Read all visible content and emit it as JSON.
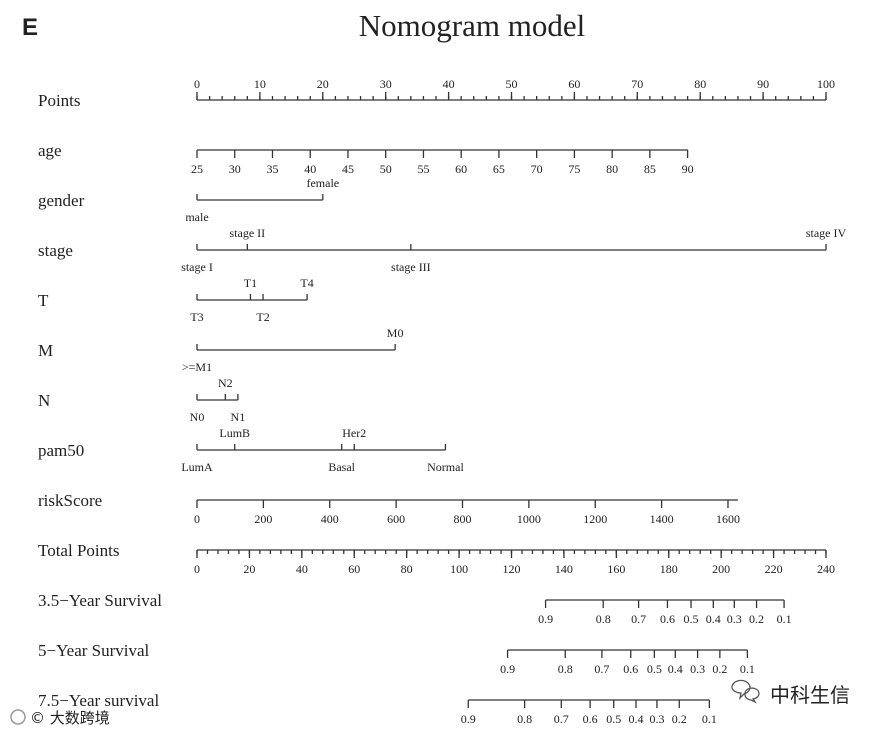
{
  "panel_letter": "E",
  "chart_data": {
    "type": "nomogram",
    "title": "Nomogram model",
    "rows": [
      {
        "name": "Points",
        "kind": "points",
        "labels_above": true,
        "major": [
          {
            "value": 0,
            "label": "0"
          },
          {
            "value": 10,
            "label": "10"
          },
          {
            "value": 20,
            "label": "20"
          },
          {
            "value": 30,
            "label": "30"
          },
          {
            "value": 40,
            "label": "40"
          },
          {
            "value": 50,
            "label": "50"
          },
          {
            "value": 60,
            "label": "60"
          },
          {
            "value": 70,
            "label": "70"
          },
          {
            "value": 80,
            "label": "80"
          },
          {
            "value": 90,
            "label": "90"
          },
          {
            "value": 100,
            "label": "100"
          }
        ],
        "minor_step": 2
      },
      {
        "name": "age",
        "kind": "continuous",
        "range": [
          25,
          90
        ],
        "points_at_range": [
          0,
          78
        ],
        "major": [
          {
            "value": 25,
            "label": "25"
          },
          {
            "value": 30,
            "label": "30"
          },
          {
            "value": 35,
            "label": "35"
          },
          {
            "value": 40,
            "label": "40"
          },
          {
            "value": 45,
            "label": "45"
          },
          {
            "value": 50,
            "label": "50"
          },
          {
            "value": 55,
            "label": "55"
          },
          {
            "value": 60,
            "label": "60"
          },
          {
            "value": 65,
            "label": "65"
          },
          {
            "value": 70,
            "label": "70"
          },
          {
            "value": 75,
            "label": "75"
          },
          {
            "value": 80,
            "label": "80"
          },
          {
            "value": 85,
            "label": "85"
          },
          {
            "value": 90,
            "label": "90"
          }
        ]
      },
      {
        "name": "gender",
        "kind": "categorical",
        "levels": [
          {
            "label": "male",
            "points": 0,
            "position": "below"
          },
          {
            "label": "female",
            "points": 20,
            "position": "above"
          }
        ]
      },
      {
        "name": "stage",
        "kind": "categorical",
        "levels": [
          {
            "label": "stage I",
            "points": 0,
            "position": "below"
          },
          {
            "label": "stage II",
            "points": 8,
            "position": "above"
          },
          {
            "label": "stage III",
            "points": 34,
            "position": "below"
          },
          {
            "label": "stage IV",
            "points": 100,
            "position": "above"
          }
        ]
      },
      {
        "name": "T",
        "kind": "categorical",
        "levels": [
          {
            "label": "T3",
            "points": 0,
            "position": "below"
          },
          {
            "label": "T1",
            "points": 8.5,
            "position": "above"
          },
          {
            "label": "T2",
            "points": 10.5,
            "position": "below"
          },
          {
            "label": "T4",
            "points": 17.5,
            "position": "above"
          }
        ]
      },
      {
        "name": "M",
        "kind": "categorical",
        "levels": [
          {
            "label": ">=M1",
            "points": 0,
            "position": "below"
          },
          {
            "label": "M0",
            "points": 31.5,
            "position": "above"
          }
        ]
      },
      {
        "name": "N",
        "kind": "categorical",
        "levels": [
          {
            "label": "N0",
            "points": 0,
            "position": "below"
          },
          {
            "label": "N2",
            "points": 4.5,
            "position": "above"
          },
          {
            "label": "N1",
            "points": 6.5,
            "position": "below"
          }
        ]
      },
      {
        "name": "pam50",
        "kind": "categorical",
        "levels": [
          {
            "label": "LumA",
            "points": 0,
            "position": "below"
          },
          {
            "label": "LumB",
            "points": 6,
            "position": "above"
          },
          {
            "label": "Basal",
            "points": 23,
            "position": "below"
          },
          {
            "label": "Her2",
            "points": 25,
            "position": "above"
          },
          {
            "label": "Normal",
            "points": 39.5,
            "position": "below"
          }
        ]
      },
      {
        "name": "riskScore",
        "kind": "continuous",
        "range": [
          0,
          1630
        ],
        "points_at_range": [
          0,
          86
        ],
        "major": [
          {
            "value": 0,
            "label": "0"
          },
          {
            "value": 200,
            "label": "200"
          },
          {
            "value": 400,
            "label": "400"
          },
          {
            "value": 600,
            "label": "600"
          },
          {
            "value": 800,
            "label": "800"
          },
          {
            "value": 1000,
            "label": "1000"
          },
          {
            "value": 1200,
            "label": "1200"
          },
          {
            "value": 1400,
            "label": "1400"
          },
          {
            "value": 1600,
            "label": "1600"
          }
        ]
      },
      {
        "name": "Total Points",
        "kind": "total",
        "range": [
          0,
          240
        ],
        "major": [
          {
            "value": 0,
            "label": "0"
          },
          {
            "value": 20,
            "label": "20"
          },
          {
            "value": 40,
            "label": "40"
          },
          {
            "value": 60,
            "label": "60"
          },
          {
            "value": 80,
            "label": "80"
          },
          {
            "value": 100,
            "label": "100"
          },
          {
            "value": 120,
            "label": "120"
          },
          {
            "value": 140,
            "label": "140"
          },
          {
            "value": 160,
            "label": "160"
          },
          {
            "value": 180,
            "label": "180"
          },
          {
            "value": 200,
            "label": "200"
          },
          {
            "value": 220,
            "label": "220"
          },
          {
            "value": 240,
            "label": "240"
          }
        ],
        "minor_step": 4
      },
      {
        "name": "3.5−Year Survival",
        "kind": "survival",
        "line_total": [
          133,
          224
        ],
        "major": [
          {
            "total": 133,
            "label": "0.9"
          },
          {
            "total": 155,
            "label": "0.8"
          },
          {
            "total": 168.5,
            "label": "0.7"
          },
          {
            "total": 179.5,
            "label": "0.6"
          },
          {
            "total": 188.5,
            "label": "0.5"
          },
          {
            "total": 197,
            "label": "0.4"
          },
          {
            "total": 205,
            "label": "0.3"
          },
          {
            "total": 213.5,
            "label": "0.2"
          },
          {
            "total": 224,
            "label": "0.1"
          }
        ]
      },
      {
        "name": "5−Year Survival",
        "kind": "survival",
        "line_total": [
          118.5,
          210
        ],
        "major": [
          {
            "total": 118.5,
            "label": "0.9"
          },
          {
            "total": 140.5,
            "label": "0.8"
          },
          {
            "total": 154.5,
            "label": "0.7"
          },
          {
            "total": 165.5,
            "label": "0.6"
          },
          {
            "total": 174.5,
            "label": "0.5"
          },
          {
            "total": 182.5,
            "label": "0.4"
          },
          {
            "total": 191,
            "label": "0.3"
          },
          {
            "total": 199.5,
            "label": "0.2"
          },
          {
            "total": 210,
            "label": "0.1"
          }
        ]
      },
      {
        "name": "7.5−Year survival",
        "kind": "survival",
        "line_total": [
          103.5,
          195.5
        ],
        "major": [
          {
            "total": 103.5,
            "label": "0.9"
          },
          {
            "total": 125,
            "label": "0.8"
          },
          {
            "total": 139,
            "label": "0.7"
          },
          {
            "total": 150,
            "label": "0.6"
          },
          {
            "total": 159,
            "label": "0.5"
          },
          {
            "total": 167.5,
            "label": "0.4"
          },
          {
            "total": 175.5,
            "label": "0.3"
          },
          {
            "total": 184,
            "label": "0.2"
          },
          {
            "total": 195.5,
            "label": "0.1"
          }
        ]
      }
    ]
  },
  "watermarks": {
    "left": "© 大数跨境",
    "right": "中科生信"
  },
  "colors": {
    "ink": "#222222",
    "watermark": "#9a9a9a"
  }
}
